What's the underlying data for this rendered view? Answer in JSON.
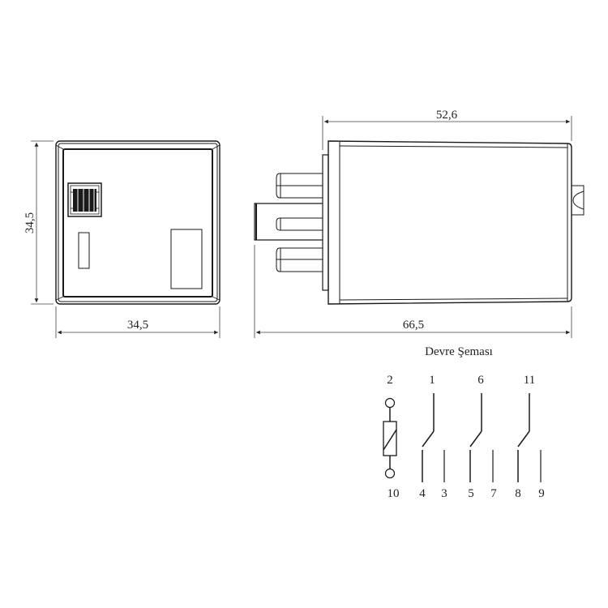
{
  "drawing": {
    "front_view": {
      "width_label": "34,5",
      "height_label": "34,5"
    },
    "side_view": {
      "body_length_label": "52,6",
      "total_length_label": "66,5"
    }
  },
  "schematic": {
    "title": "Devre Şeması",
    "coil": {
      "top_pin": "2",
      "bottom_pin": "10"
    },
    "contacts": [
      {
        "common": "1",
        "lower_left": "4",
        "lower_right": "3"
      },
      {
        "common": "6",
        "lower_left": "5",
        "lower_right": "7"
      },
      {
        "common": "11",
        "lower_left": "8",
        "lower_right": "9"
      }
    ]
  },
  "colors": {
    "line": "#1a1a1a",
    "dim_line": "#444444",
    "background": "#ffffff"
  }
}
